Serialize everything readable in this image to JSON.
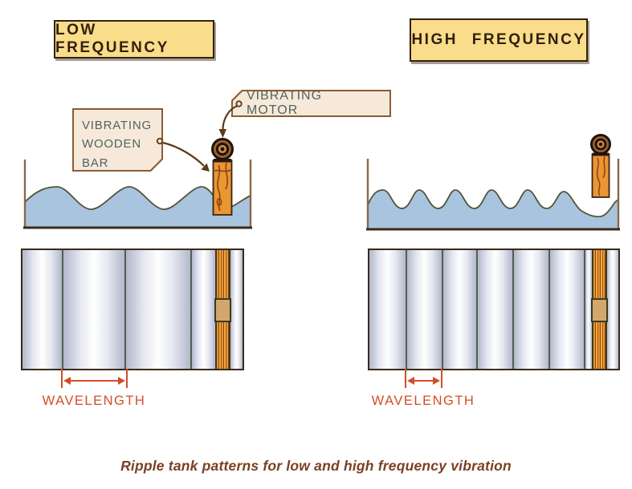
{
  "panels": {
    "low": {
      "title": "LOW FREQUENCY",
      "wave_crests": 3,
      "bands_visible": 4
    },
    "high": {
      "title": "HIGH FREQUENCY",
      "wave_crests": 7,
      "bands_visible": 7
    }
  },
  "labels": {
    "vibrating_motor": "VIBRATING MOTOR",
    "vibrating_wooden_bar": [
      "VIBRATING",
      "WOODEN",
      "BAR"
    ]
  },
  "wavelength": {
    "low_label": "WAVELENGTH",
    "high_label": "WAVELENGTH"
  },
  "caption": "Ripple tank patterns for low and high frequency vibration",
  "colors": {
    "title_box_bg": "#f9dd8b",
    "title_box_border": "#33210f",
    "tag_bg": "#f7e9d9",
    "tag_border": "#8a5c34",
    "tag_text": "#4f6363",
    "water": "#a9c4de",
    "water_outline": "#54543a",
    "wood": "#e8922e",
    "wood_grain": "#8a4a10",
    "wavefront_band_edge": "#b3b7cc",
    "wavefront_separator": "#50604c",
    "wavelength_accent": "#d14e28",
    "caption_text": "#7a4023",
    "arrow_brown": "#5a3a1c"
  },
  "patterns": {
    "low": {
      "segments": [
        {
          "t": "band",
          "w": 49
        },
        {
          "t": "band",
          "w": 78
        },
        {
          "t": "band",
          "w": 82
        },
        {
          "t": "band",
          "w": 31
        },
        {
          "t": "bar",
          "w": 19
        },
        {
          "t": "band",
          "w": 15
        }
      ]
    },
    "high": {
      "segments": [
        {
          "t": "band",
          "w": 45
        },
        {
          "t": "band",
          "w": 45
        },
        {
          "t": "band",
          "w": 43
        },
        {
          "t": "band",
          "w": 45
        },
        {
          "t": "band",
          "w": 45
        },
        {
          "t": "band",
          "w": 44
        },
        {
          "t": "band",
          "w": 10
        },
        {
          "t": "bar",
          "w": 19
        },
        {
          "t": "band",
          "w": 14
        }
      ]
    }
  }
}
